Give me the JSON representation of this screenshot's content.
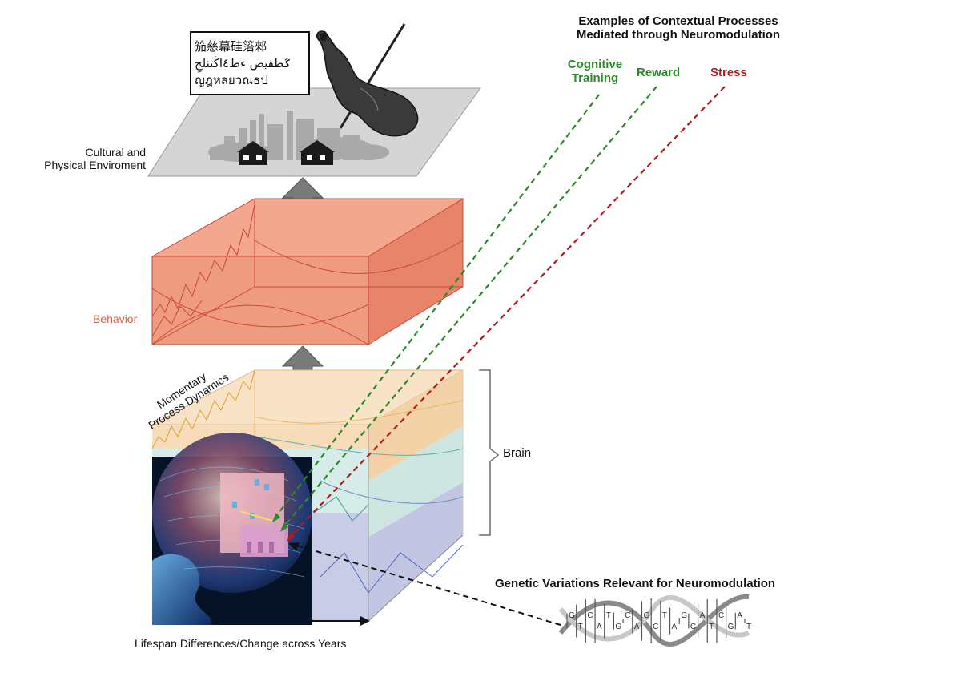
{
  "heading": {
    "line1": "Examples of Contextual Processes",
    "line2": "Mediated through Neuromodulation"
  },
  "processes": {
    "cognitive_line1": "Cognitive",
    "cognitive_line2": "Training",
    "reward": "Reward",
    "stress": "Stress"
  },
  "environment": {
    "label_line1": "Cultural and",
    "label_line2": "Physical Enviroment",
    "sign_lines": [
      "笳慈幕硅箈郲",
      "ݣطفيص ءط٤اڭتنلجِ",
      "ญฎหลยวณธป"
    ]
  },
  "behavior": {
    "label": "Behavior"
  },
  "brain": {
    "label": "Brain",
    "dynamics_line1": "Momentary",
    "dynamics_line2": "Process Dynamics"
  },
  "axis": {
    "lifespan_label": "Lifespan Differences/Change across Years"
  },
  "genetics": {
    "label": "Genetic Variations Relevant for Neuromodulation",
    "bases": [
      "G",
      "T",
      "C",
      "A",
      "T",
      "G",
      "C",
      "A",
      "G",
      "C",
      "T",
      "A",
      "G",
      "C",
      "A",
      "T",
      "C",
      "G",
      "A",
      "T"
    ]
  },
  "colors": {
    "cognitive": "#2a8a2a",
    "reward": "#2a8a2a",
    "stress": "#b31b1b",
    "behavior": "#e8846a",
    "behavior_text": "#d9604a",
    "brain_orange": "#f6dcb8",
    "brain_teal": "#d6ece8",
    "brain_blue": "#c9cce6",
    "arrow": "#7a7a7a"
  }
}
